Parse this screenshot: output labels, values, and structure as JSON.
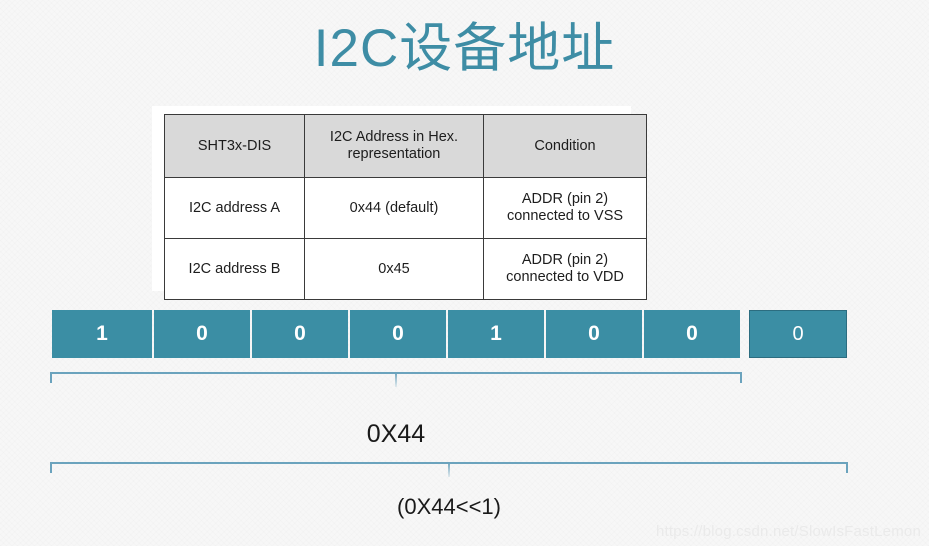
{
  "slide": {
    "title": "I2C设备地址",
    "accent_color": "#3e8da5",
    "bit_box_color": "#3b8ea4",
    "brace_color": "#6ba3bd",
    "background_color": "#f7f7f7"
  },
  "table": {
    "headers": [
      "SHT3x-DIS",
      "I2C Address in Hex. representation",
      "Condition"
    ],
    "header_bg": "#d9d9d9",
    "rows": [
      {
        "name": "I2C address A",
        "hex": "0x44 (default)",
        "condition": "ADDR (pin 2) connected to VSS",
        "condition_line1": "ADDR (pin 2)",
        "condition_line2": "connected to VSS"
      },
      {
        "name": "I2C address B",
        "hex": "0x45",
        "condition": "ADDR (pin 2) connected to VDD",
        "condition_line1": "ADDR (pin 2)",
        "condition_line2": "connected to VDD"
      }
    ]
  },
  "bits": {
    "address_bits": [
      "1",
      "0",
      "0",
      "0",
      "1",
      "0",
      "0"
    ],
    "rw_bit": "0"
  },
  "braces": {
    "upper_label": "0X44",
    "lower_label": "(0X44<<1)"
  },
  "watermark": {
    "text": "https://blog.csdn.net/SlowIsFastLemon"
  }
}
